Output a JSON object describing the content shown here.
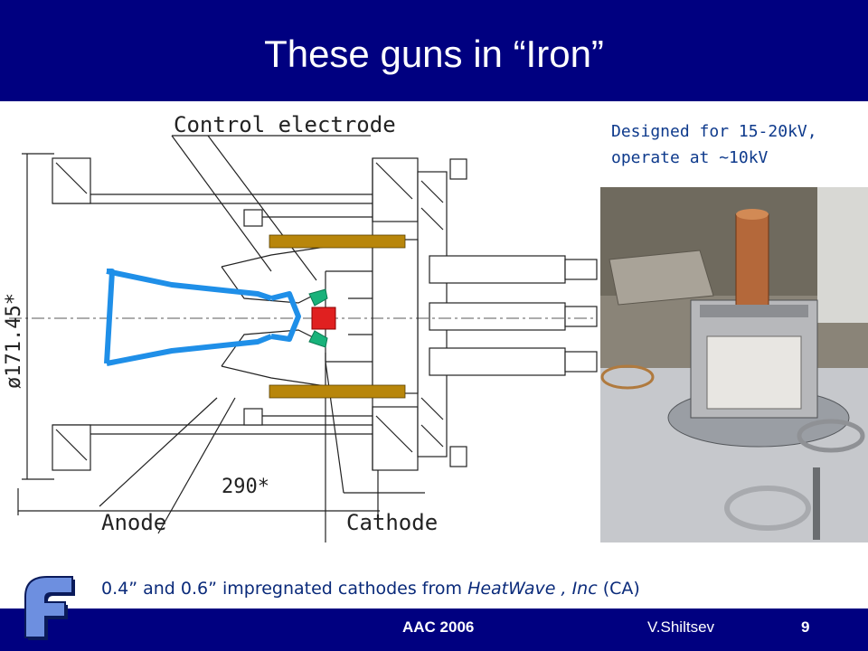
{
  "slide": {
    "title": "These guns in “Iron”",
    "note_line1": "Designed for 15-20kV,",
    "note_line2": "operate at ~10kV"
  },
  "drawing": {
    "label_control": "Control electrode",
    "label_anode": "Anode",
    "label_cathode": "Cathode",
    "dim_length": "290*",
    "dim_diameter": "ø171.45*"
  },
  "caption": {
    "part1": "0.4” and 0.6” impregnated cathodes from ",
    "company": "HeatWave , Inc",
    "part2": " (CA)"
  },
  "footer": {
    "conference": "AAC 2006",
    "author": "V.Shiltsev",
    "page": "9"
  },
  "logo": {
    "letter": "f",
    "colors": {
      "fill": "#6d8fe0",
      "edge": "#0a1a5a"
    }
  },
  "colors": {
    "title_bg": "#000080",
    "anode": "#1f8fe8",
    "cathode_red": "#e02020",
    "cathode_green": "#18b27a",
    "ceramic": "#b8860b"
  }
}
